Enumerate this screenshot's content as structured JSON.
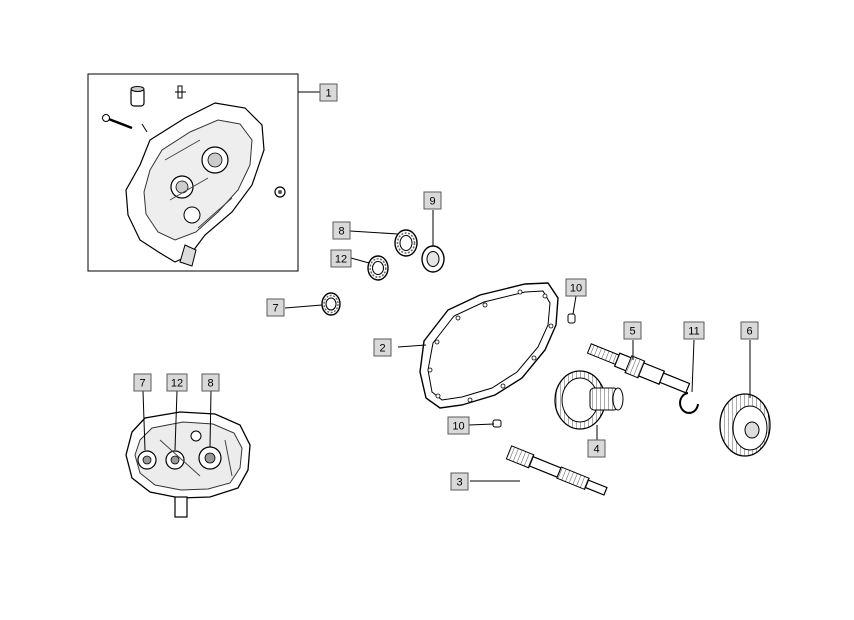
{
  "diagram": {
    "callouts": [
      {
        "id": "c1",
        "label": "1"
      },
      {
        "id": "c2",
        "label": "2"
      },
      {
        "id": "c3",
        "label": "3"
      },
      {
        "id": "c4",
        "label": "4"
      },
      {
        "id": "c5",
        "label": "5"
      },
      {
        "id": "c6",
        "label": "6"
      },
      {
        "id": "c7a",
        "label": "7"
      },
      {
        "id": "c7b",
        "label": "7"
      },
      {
        "id": "c8a",
        "label": "8"
      },
      {
        "id": "c8b",
        "label": "8"
      },
      {
        "id": "c9",
        "label": "9"
      },
      {
        "id": "c10a",
        "label": "10"
      },
      {
        "id": "c10b",
        "label": "10"
      },
      {
        "id": "c11",
        "label": "11"
      },
      {
        "id": "c12a",
        "label": "12"
      },
      {
        "id": "c12b",
        "label": "12"
      }
    ],
    "colors": {
      "line": "#000000",
      "callout_fill": "#d9d9d9",
      "callout_stroke": "#5a5a5a",
      "part_fill": "#ffffff",
      "shade": "#bdbdbd",
      "dark": "#4a4a4a"
    }
  }
}
